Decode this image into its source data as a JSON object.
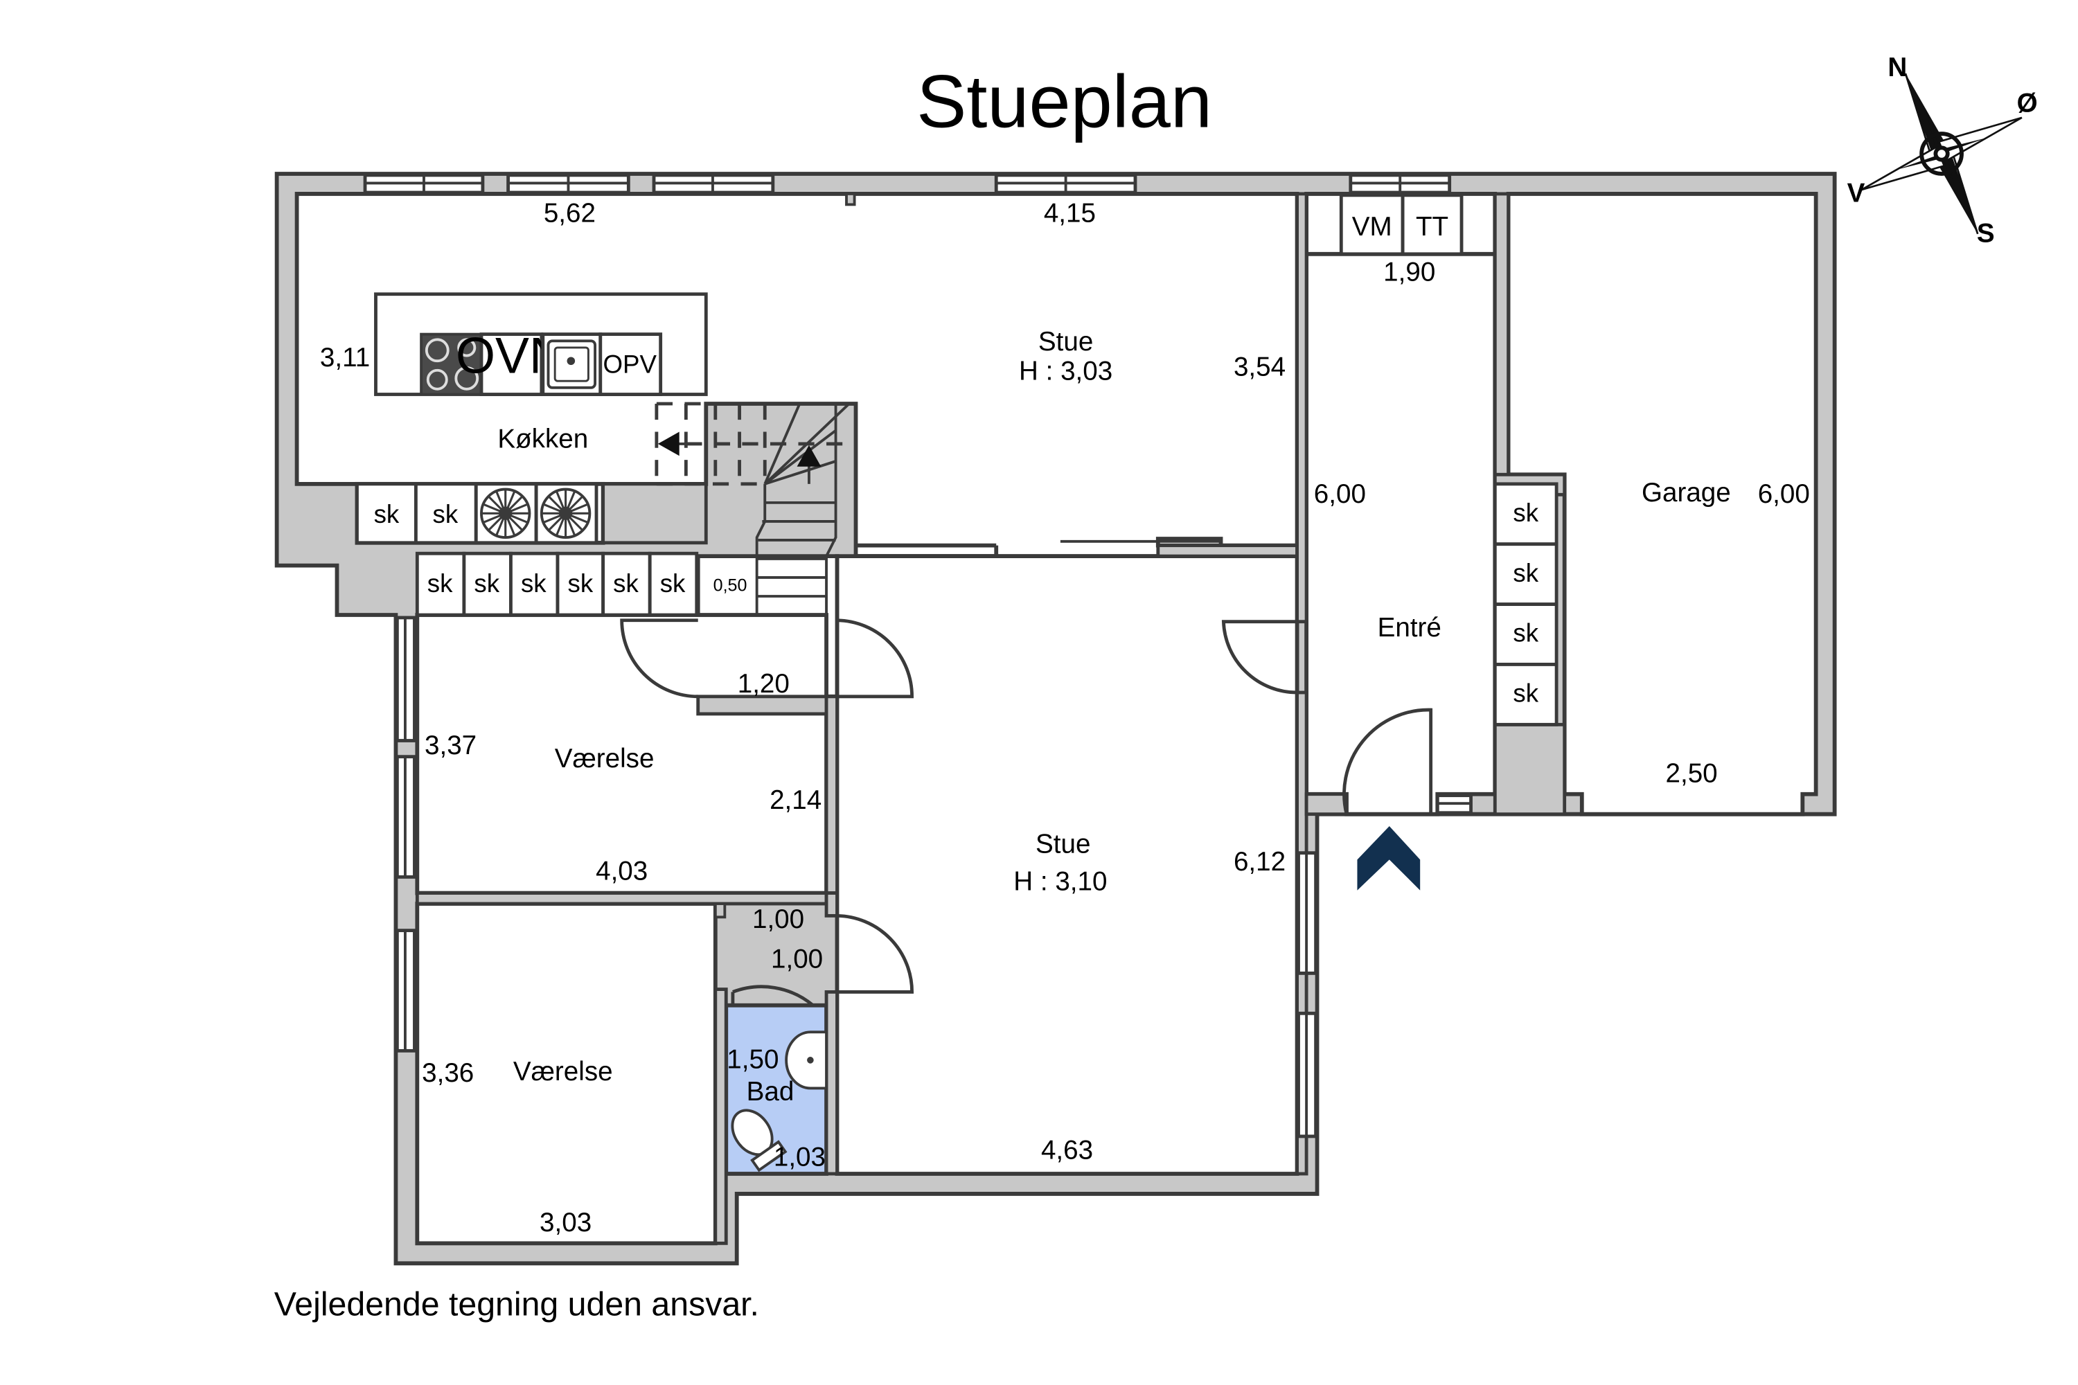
{
  "title": "Stueplan",
  "disclaimer": "Vejledende tegning uden ansvar.",
  "compass": {
    "n": "N",
    "o": "Ø",
    "s": "S",
    "v": "V"
  },
  "rooms": {
    "kitchen": "Køkken",
    "living_top": "Stue",
    "living_top_height": "H : 3,03",
    "living_bottom": "Stue",
    "living_bottom_height": "H : 3,10",
    "entrance": "Entré",
    "garage": "Garage",
    "room1": "Værelse",
    "room2": "Værelse",
    "bath": "Bad"
  },
  "fixtures": {
    "oven": "OVN",
    "dishwasher": "OPV",
    "washer": "VM",
    "dryer": "TT",
    "cabinet": "sk"
  },
  "dimensions": {
    "kitchen_width": "5,62",
    "living_top_width": "4,15",
    "kitchen_depth": "3,11",
    "living_top_depth": "3,54",
    "utility_width": "1,90",
    "entrance_depth": "6,00",
    "garage_depth": "6,00",
    "garage_width": "2,50",
    "stair_gap": "0,50",
    "hall_width": "1,20",
    "room1_depth": "3,37",
    "room1_side": "2,14",
    "room1_width": "4,03",
    "living_bottom_depth": "6,12",
    "hall2_width": "1,00",
    "hall2_width_b": "1,00",
    "bath_depth": "1,50",
    "bath_width": "1,03",
    "room2_depth": "3,36",
    "room2_width": "3,03",
    "living_bottom_width": "4,63"
  },
  "colors": {
    "wall": "#c8c8c8",
    "bath_floor": "#b7cdf5",
    "entry_marker": "#12304f"
  },
  "icons": [
    "compass-rose-icon",
    "entry-arrow-icon",
    "stove-icon",
    "sink-icon",
    "fan-icon",
    "washbasin-icon",
    "toilet-icon",
    "stair-arrow-icon"
  ]
}
